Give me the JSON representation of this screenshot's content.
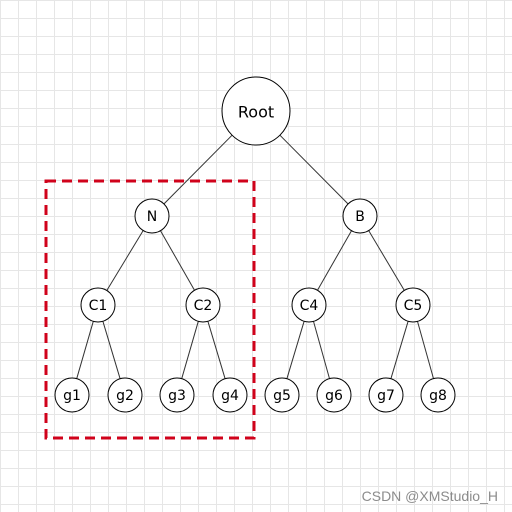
{
  "diagram": {
    "nodes": [
      {
        "id": "root",
        "label": "Root"
      },
      {
        "id": "n",
        "label": "N"
      },
      {
        "id": "b",
        "label": "B"
      },
      {
        "id": "c1",
        "label": "C1"
      },
      {
        "id": "c2",
        "label": "C2"
      },
      {
        "id": "c4",
        "label": "C4"
      },
      {
        "id": "c5",
        "label": "C5"
      },
      {
        "id": "g1",
        "label": "g1"
      },
      {
        "id": "g2",
        "label": "g2"
      },
      {
        "id": "g3",
        "label": "g3"
      },
      {
        "id": "g4",
        "label": "g4"
      },
      {
        "id": "g5",
        "label": "g5"
      },
      {
        "id": "g6",
        "label": "g6"
      },
      {
        "id": "g7",
        "label": "g7"
      },
      {
        "id": "g8",
        "label": "g8"
      }
    ],
    "edges": [
      [
        "root",
        "n"
      ],
      [
        "root",
        "b"
      ],
      [
        "n",
        "c1"
      ],
      [
        "n",
        "c2"
      ],
      [
        "b",
        "c4"
      ],
      [
        "b",
        "c5"
      ],
      [
        "c1",
        "g1"
      ],
      [
        "c1",
        "g2"
      ],
      [
        "c2",
        "g3"
      ],
      [
        "c2",
        "g4"
      ],
      [
        "c4",
        "g5"
      ],
      [
        "c4",
        "g6"
      ],
      [
        "c5",
        "g7"
      ],
      [
        "c5",
        "g8"
      ]
    ],
    "highlight": {
      "covers": [
        "n",
        "c1",
        "c2",
        "g1",
        "g2",
        "g3",
        "g4"
      ],
      "color": "#d0021b",
      "style": "dashed"
    }
  },
  "watermark": {
    "text": "CSDN @XMStudio_H"
  }
}
